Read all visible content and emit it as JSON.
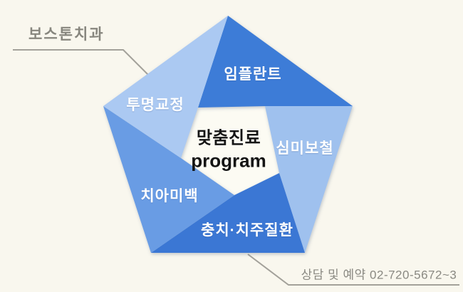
{
  "page": {
    "background": "#f9f7ee"
  },
  "header": {
    "clinic_name": "보스톤치과"
  },
  "footer": {
    "contact_label": "상담 및 예약  02-720-5672~3"
  },
  "diagram": {
    "center": {
      "line1": "맞춤진료",
      "line2": "program"
    },
    "hole_color": "#fcfbf3",
    "line_color": "#a3a19a",
    "segments": [
      {
        "id": "implant",
        "label": "임플란트",
        "color": "#3d7bd7"
      },
      {
        "id": "aesthetic-prosthetics",
        "label": "심미보철",
        "color": "#9fc1ee"
      },
      {
        "id": "cavity-perio-disease",
        "label": "충치·치주질환",
        "color": "#3a77d4"
      },
      {
        "id": "teeth-whitening",
        "label": "치아미백",
        "color": "#699ce4"
      },
      {
        "id": "clear-aligner",
        "label": "투명교정",
        "color": "#abc9f2"
      }
    ]
  }
}
